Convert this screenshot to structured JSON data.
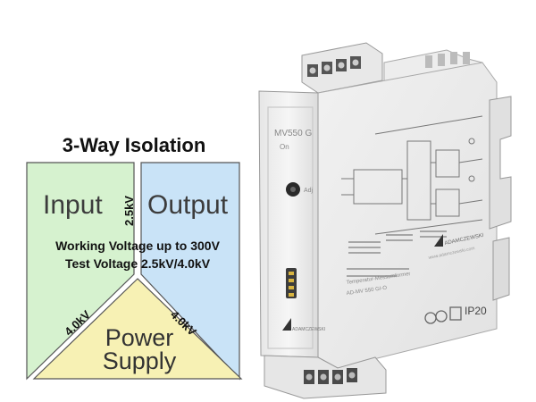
{
  "isolation": {
    "title": "3-Way Isolation",
    "input_label": "Input",
    "output_label": "Output",
    "power_label_line1": "Power",
    "power_label_line2": "Supply",
    "input_output_voltage": "2.5kV",
    "input_power_voltage": "4.0kV",
    "output_power_voltage": "4.0kV",
    "working_voltage": "Working Voltage up to 300V",
    "test_voltage": "Test Voltage 2.5kV/4.0kV",
    "colors": {
      "input_fill": "#d6f2cf",
      "output_fill": "#c9e3f7",
      "power_fill": "#f7f1b4"
    }
  },
  "device": {
    "model": "MV550 G",
    "on_label": "On",
    "adj_label": "Adj",
    "brand": "ADAMCZEWSKI",
    "product_type": "Temperatur-Messumformer",
    "part_number": "AD-MV 550 GI-O",
    "ip_rating": "IP20",
    "website": "www.adamczewski.com"
  }
}
